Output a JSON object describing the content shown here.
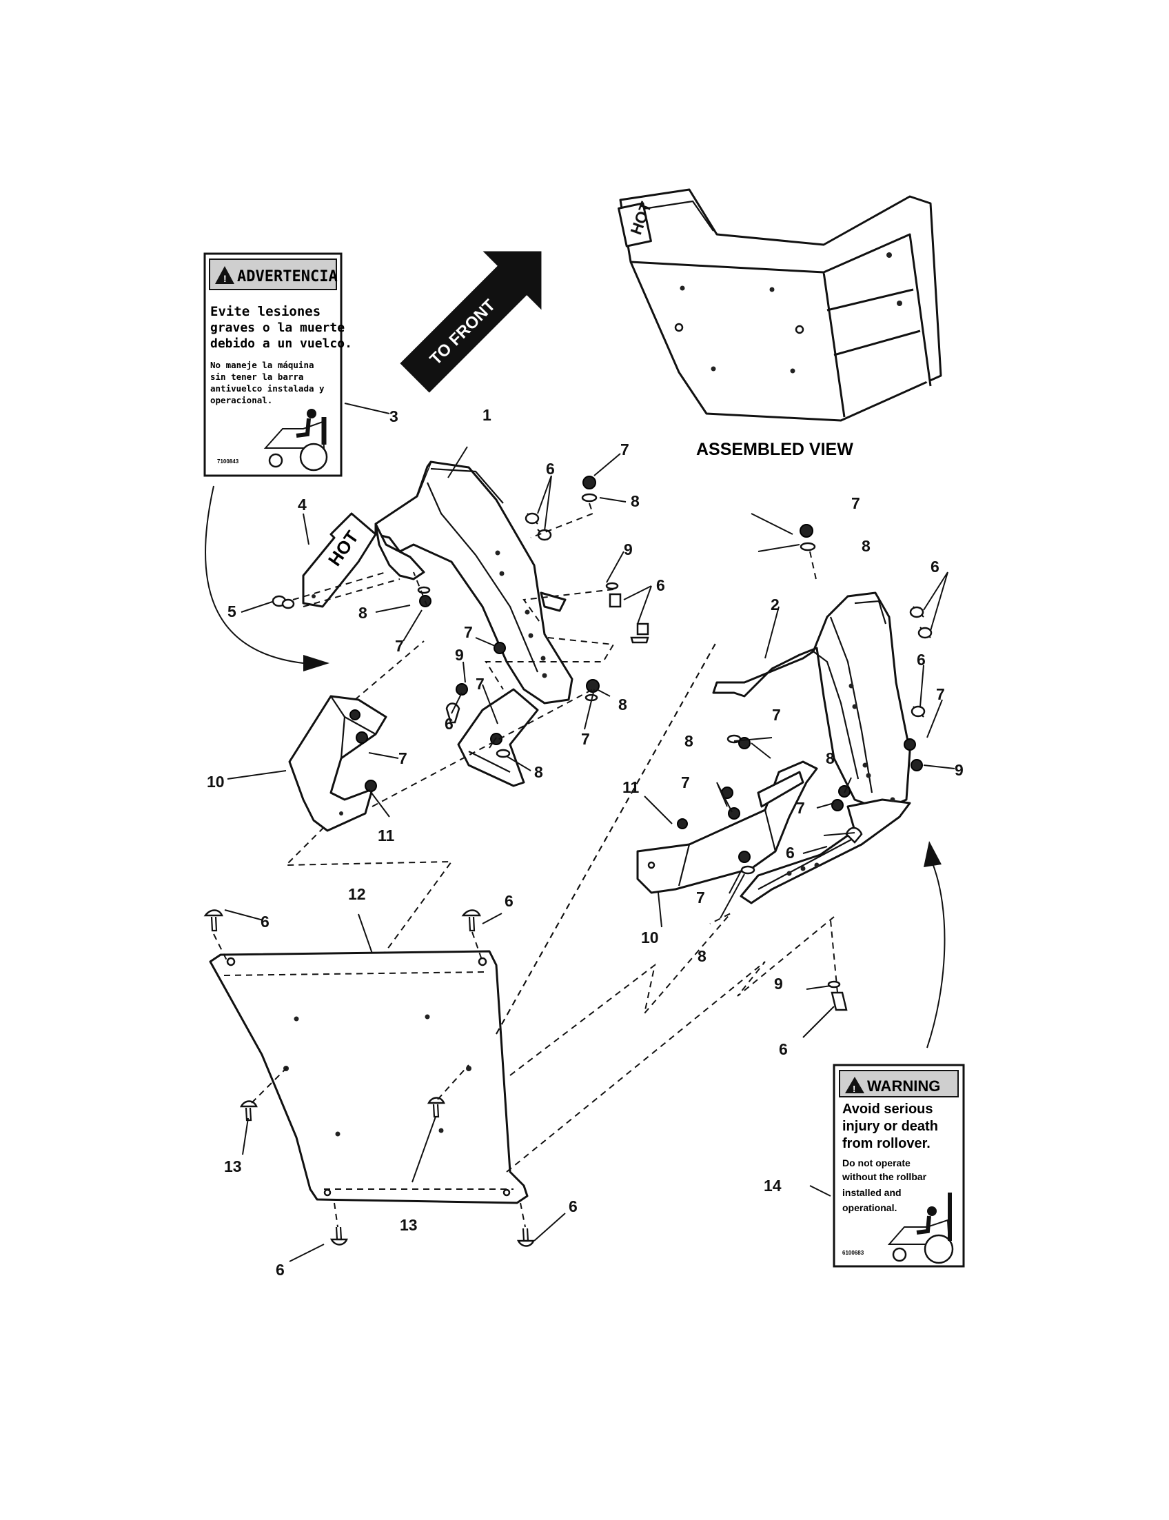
{
  "header": {
    "assembled_view_label": "ASSEMBLED VIEW",
    "to_front_label": "TO FRONT"
  },
  "decal_spanish": {
    "heading": "ADVERTENCIA",
    "lines": [
      "Evite lesiones",
      "graves o la muerte",
      "debido a un vuelco."
    ],
    "small_lines": [
      "No maneje la máquina",
      "sin tener la barra",
      "antivuelco instalada y",
      "operacional."
    ],
    "part_code": "7100843"
  },
  "decal_english": {
    "heading": "WARNING",
    "lines": [
      "Avoid serious",
      "injury or death",
      "from rollover."
    ],
    "small_lines": [
      "Do not operate",
      "without the rollbar",
      "installed and",
      "operational."
    ],
    "part_code": "6100683"
  },
  "hot_label": "HOT",
  "callouts": {
    "c1": "1",
    "c2": "2",
    "c3": "3",
    "c4": "4",
    "c5": "5",
    "c6": "6",
    "c7": "7",
    "c8": "8",
    "c9": "9",
    "c10": "10",
    "c11": "11",
    "c12": "12",
    "c13": "13",
    "c14": "14"
  }
}
